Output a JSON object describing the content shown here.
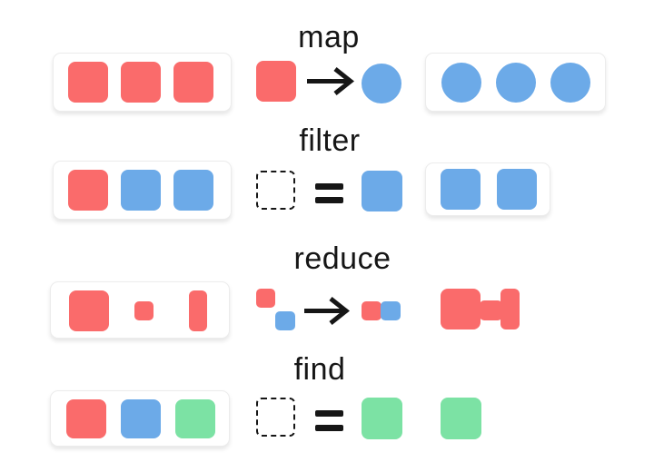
{
  "colors": {
    "red": "#FA6B6B",
    "blue": "#6CAAE8",
    "green": "#7CE2A4",
    "ink": "#161616",
    "box_border": "#ECECEC",
    "background": "#FFFFFF"
  },
  "rows": [
    {
      "label": "map",
      "input_array": [
        "red-square",
        "red-square",
        "red-square"
      ],
      "operation": "red-square -> blue-circle",
      "output_array": [
        "blue-circle",
        "blue-circle",
        "blue-circle"
      ]
    },
    {
      "label": "filter",
      "input_array": [
        "red-square",
        "blue-square",
        "blue-square"
      ],
      "operation": "dashed-placeholder = blue-square",
      "output_array": [
        "blue-square",
        "blue-square"
      ]
    },
    {
      "label": "reduce",
      "input_array": [
        "red-square-large",
        "red-square-small",
        "red-rect-tall"
      ],
      "operation": "red-square + blue-square -> merged-pair",
      "output_array": [
        "red-merged-compound-shape"
      ]
    },
    {
      "label": "find",
      "input_array": [
        "red-square",
        "blue-square",
        "green-square"
      ],
      "operation": "dashed-placeholder = green-square",
      "output_array": [
        "green-square"
      ]
    }
  ]
}
